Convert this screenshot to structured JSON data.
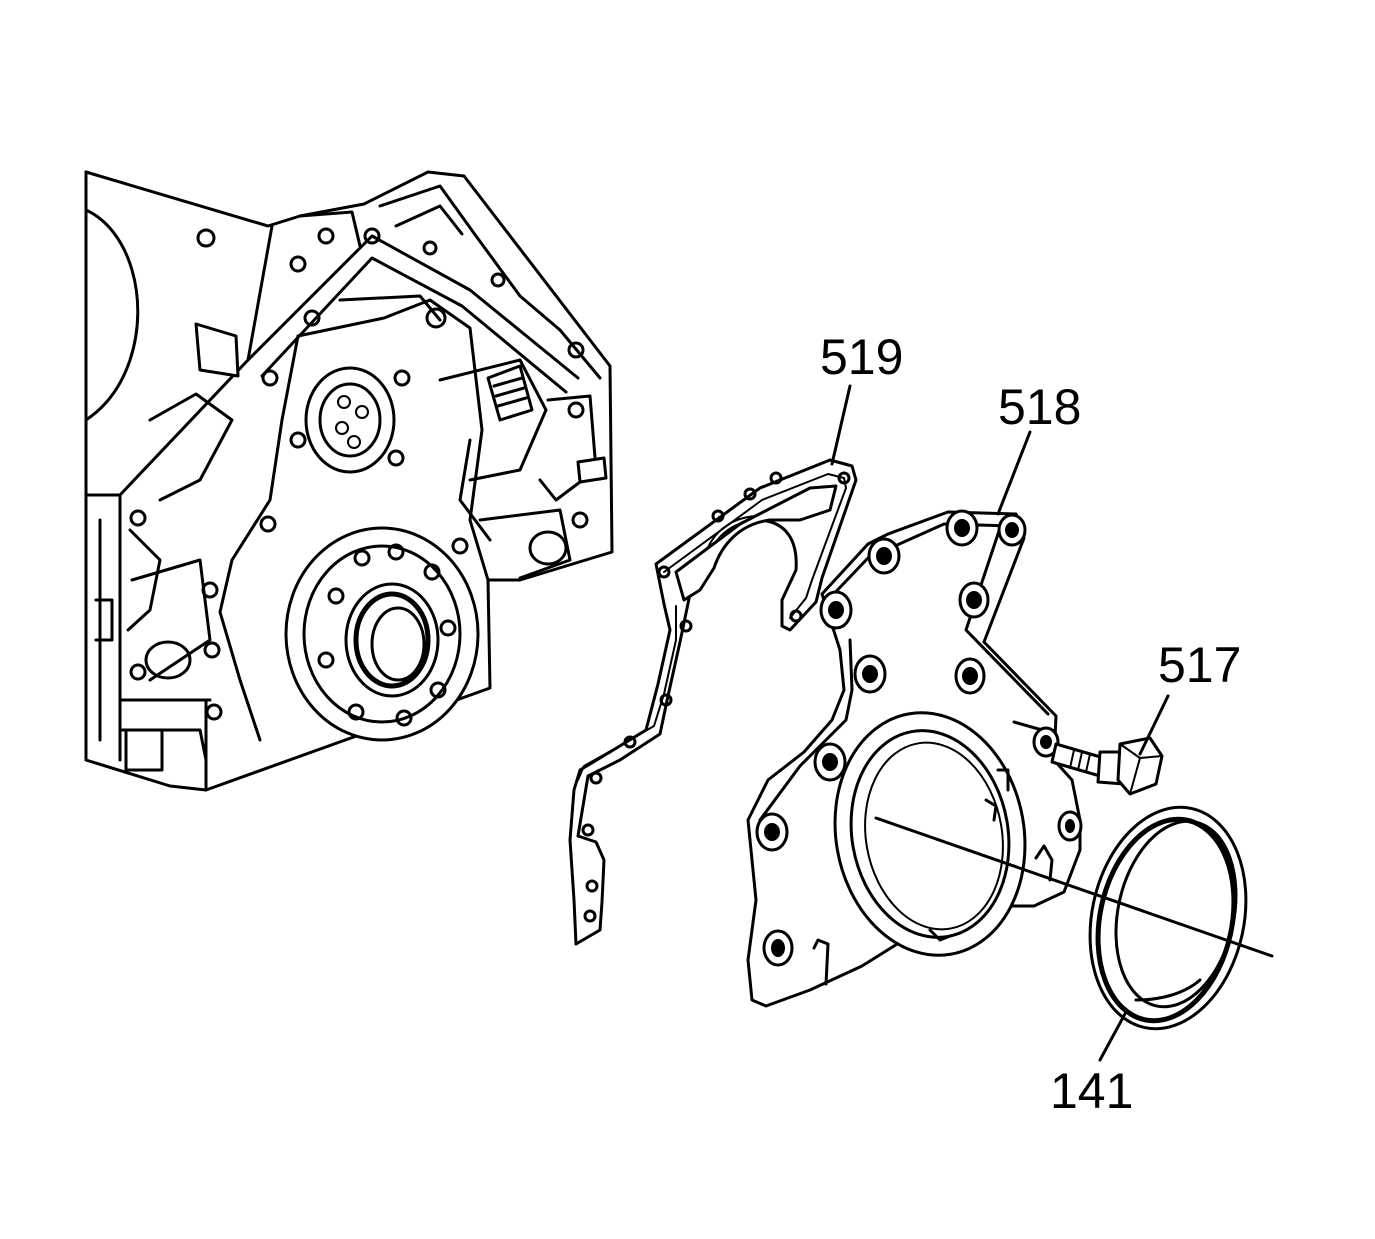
{
  "callouts": [
    {
      "id": "gasket",
      "label": "519"
    },
    {
      "id": "cover",
      "label": "518"
    },
    {
      "id": "bolt",
      "label": "517"
    },
    {
      "id": "seal",
      "label": "141"
    }
  ],
  "colors": {
    "line": "#000000",
    "background": "#ffffff"
  }
}
